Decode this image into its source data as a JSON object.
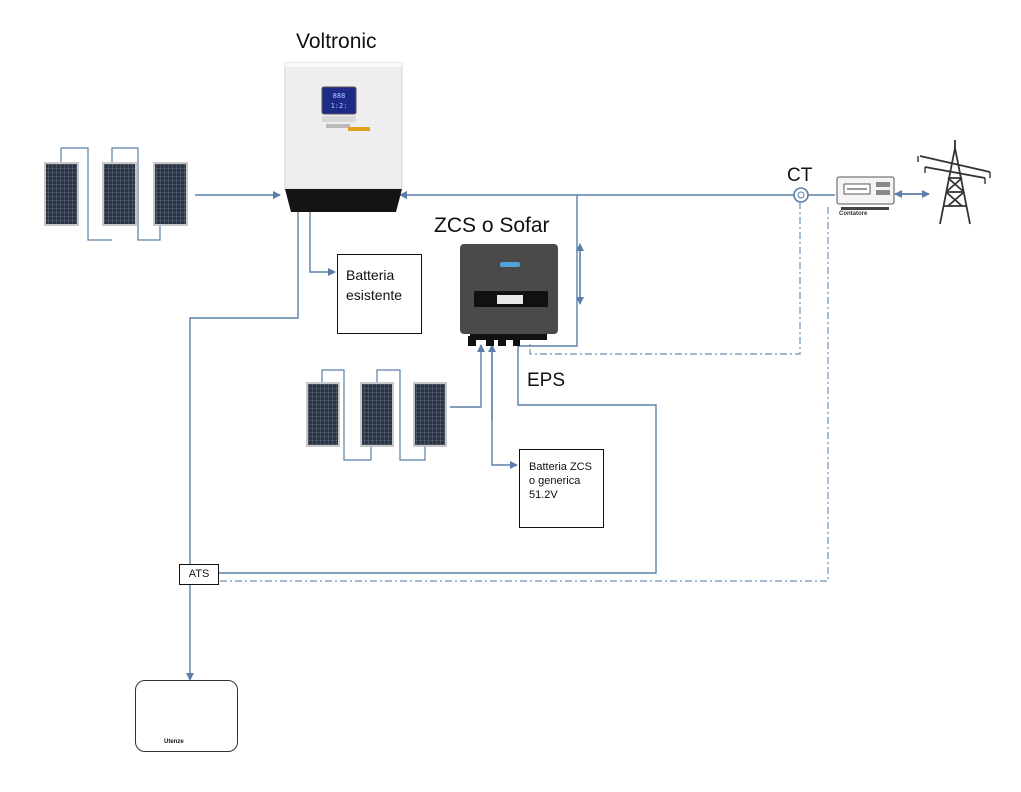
{
  "labels": {
    "voltronic": "Voltronic",
    "zcs_sofar": "ZCS o Sofar",
    "ct": "CT",
    "eps": "EPS"
  },
  "battery_existing": {
    "line1": "Batteria",
    "line2": "esistente"
  },
  "battery_zcs": {
    "line1": "Batteria ZCS",
    "line2": "o generica",
    "line3": "51.2V"
  },
  "ats_label": "ATS",
  "meter_caption": "Contatore",
  "loads_caption": "Utenze",
  "colors": {
    "wire": "#5b7fa8",
    "dashed_wire": "#6f8fb5",
    "panel_cell": "#2a3442",
    "voltronic_body": "#eeeeee",
    "voltronic_base": "#141414",
    "voltronic_screen": "#1f2a86",
    "zcs_body": "#4a4a4a"
  },
  "icons": {
    "solar_panels": "solar-panel-icon",
    "meter": "energy-meter-icon",
    "grid": "power-pylon-icon",
    "loads": "home-appliances-icon"
  }
}
